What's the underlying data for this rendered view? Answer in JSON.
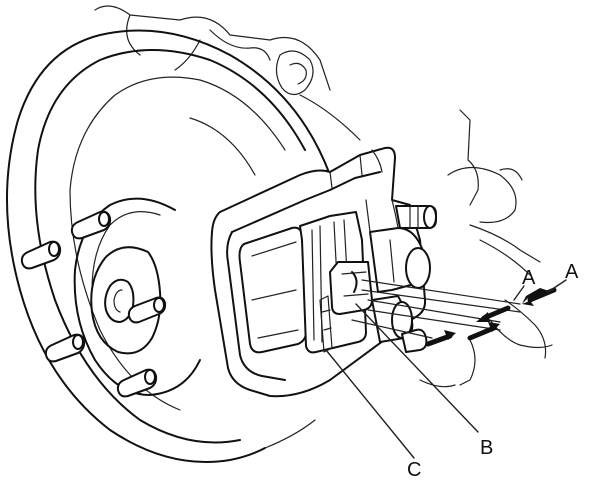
{
  "figure": {
    "callouts": {
      "a_upper": "A",
      "a_lower": "A",
      "b": "B",
      "c": "C"
    }
  }
}
